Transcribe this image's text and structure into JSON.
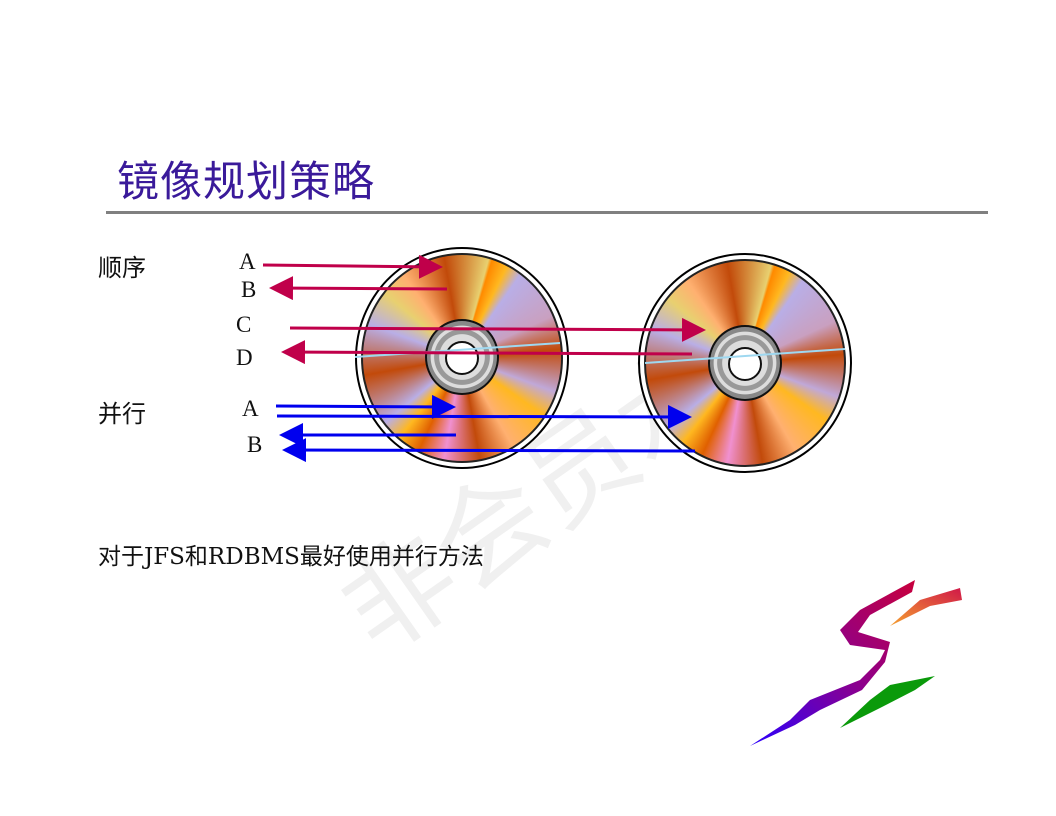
{
  "title": "镜像规划策略",
  "sections": {
    "sequential": {
      "label": "顺序",
      "items": [
        "A",
        "B",
        "C",
        "D"
      ]
    },
    "parallel": {
      "label": "并行",
      "items": [
        "A",
        "B"
      ]
    }
  },
  "note": "对于JFS和RDBMS最好使用并行方法",
  "watermark": "非会员水印",
  "colors": {
    "title": "#3a1a9a",
    "sequential_arrow": "#c0004a",
    "parallel_arrow": "#0000ee"
  }
}
